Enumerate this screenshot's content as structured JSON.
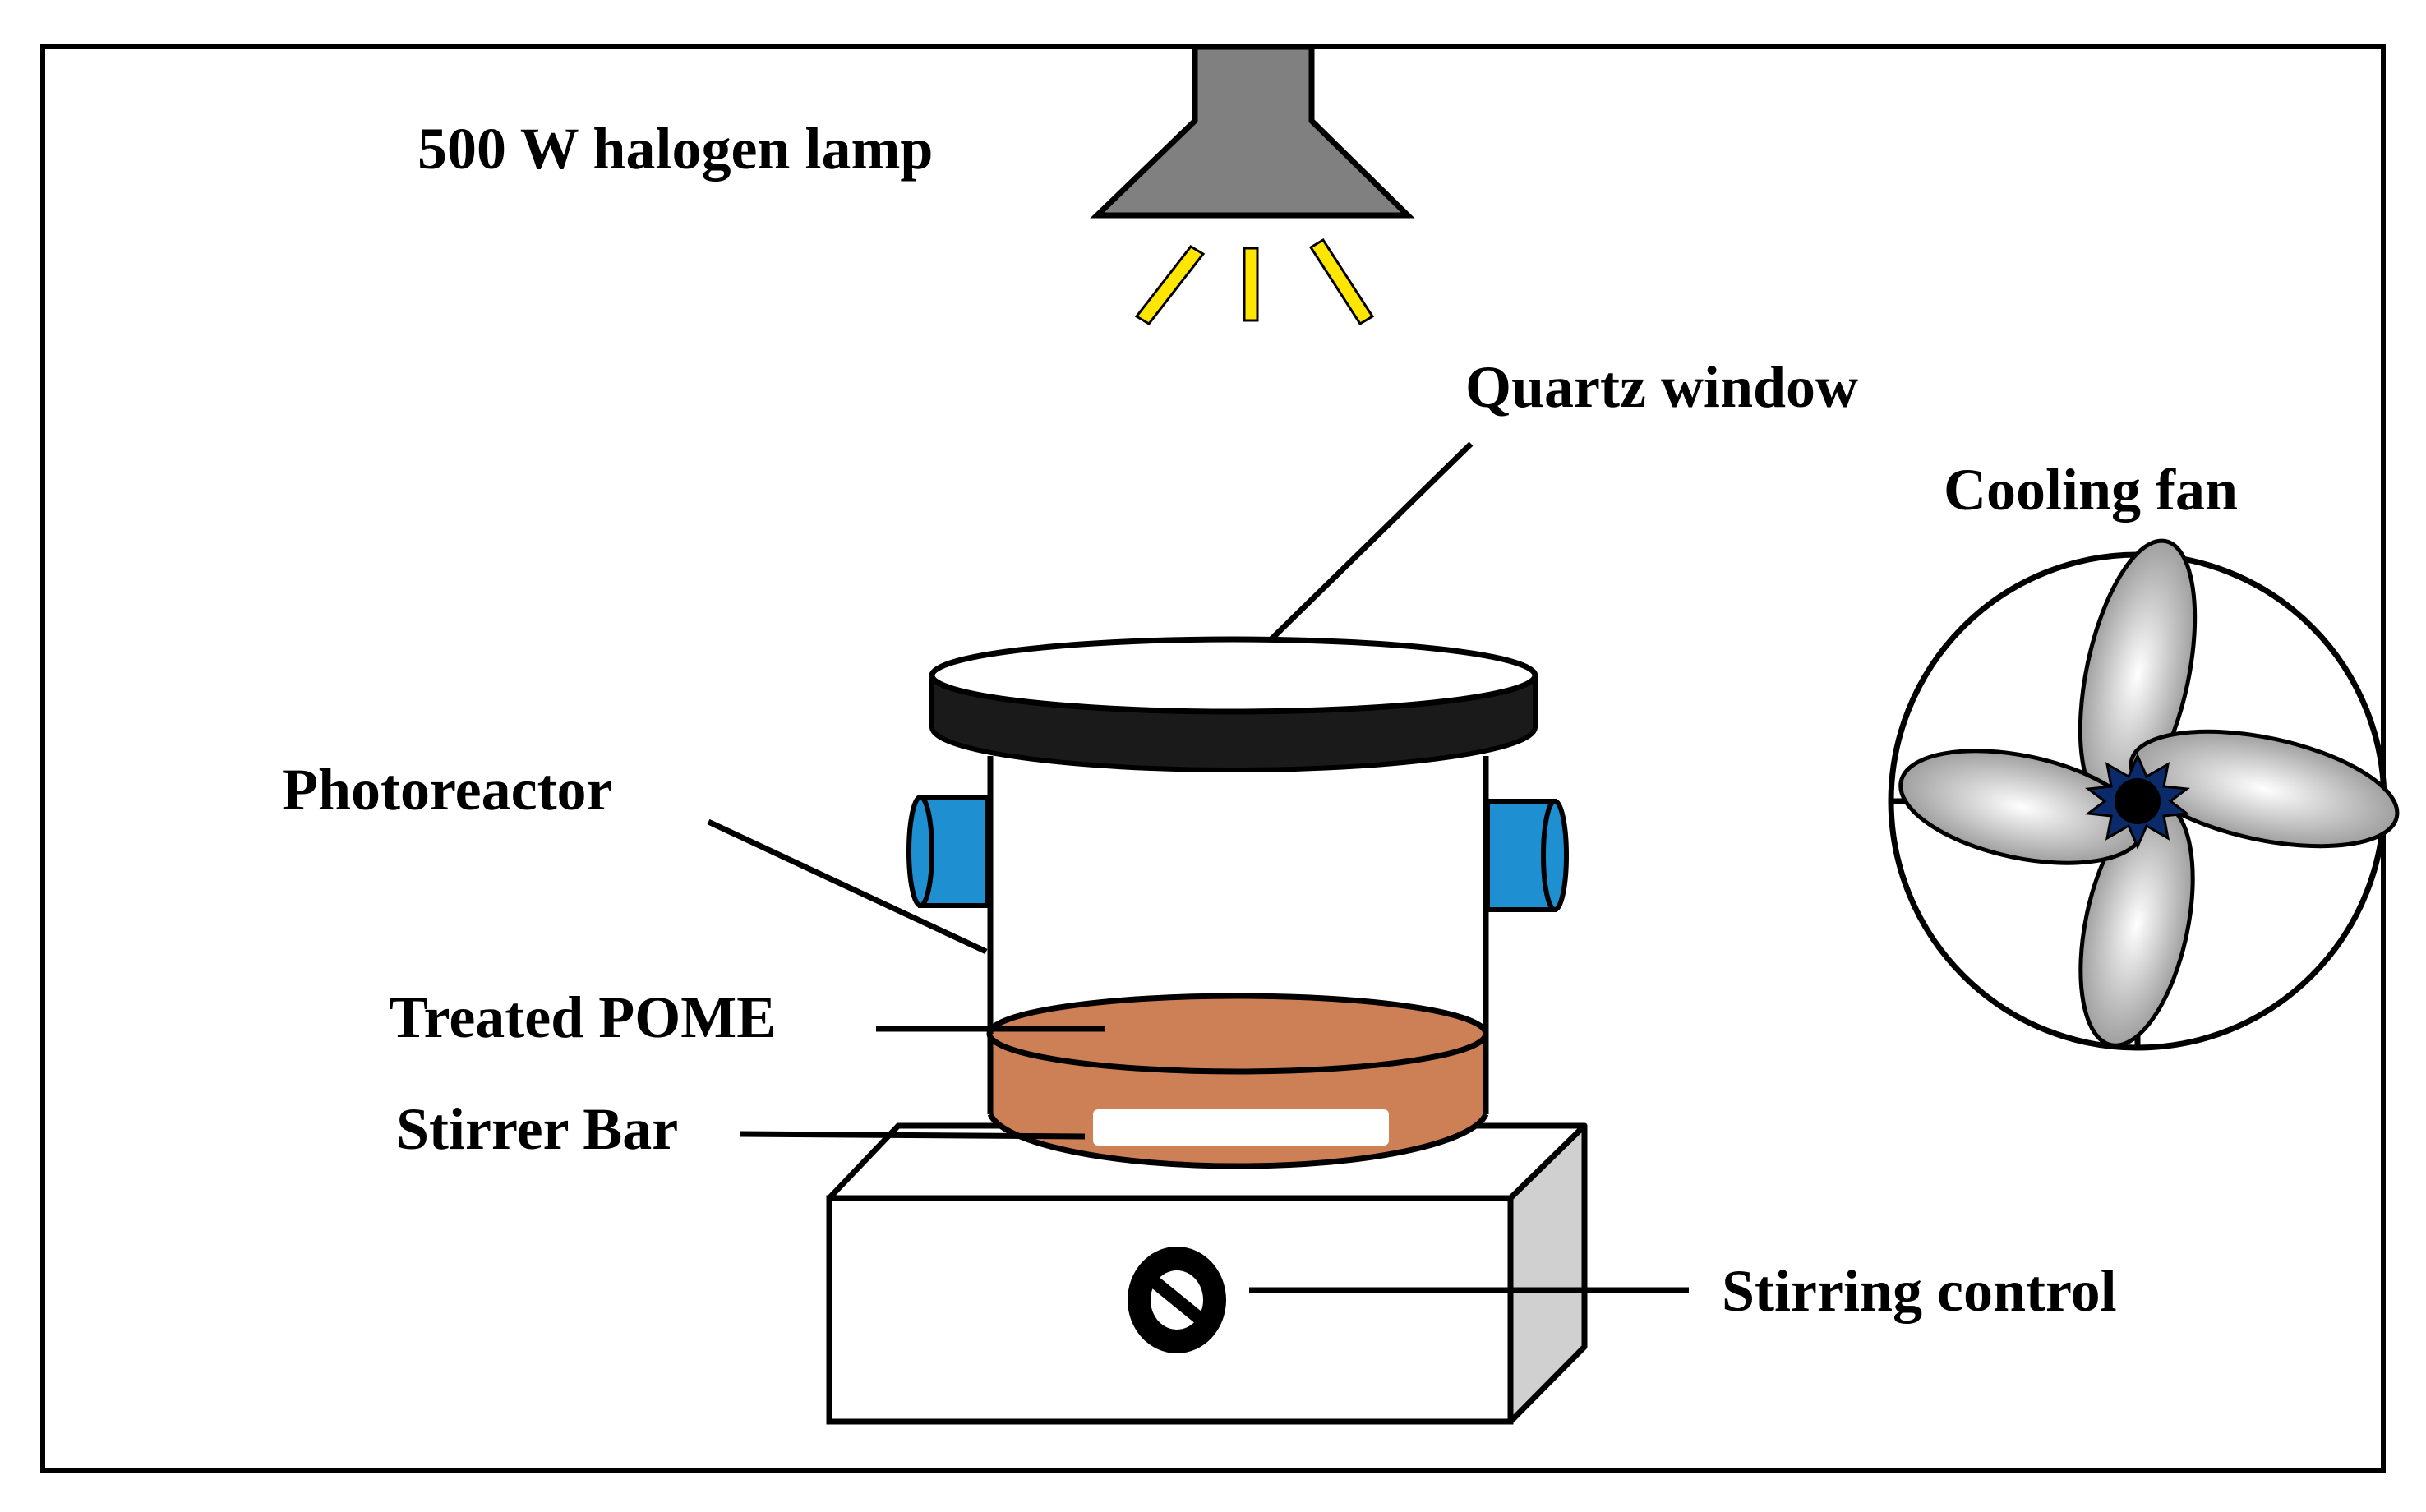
{
  "labels": {
    "lamp": "500 W halogen lamp",
    "quartz_window": "Quartz window",
    "cooling_fan": "Cooling fan",
    "photoreactor": "Photoreactor",
    "treated_pome": "Treated POME",
    "stirrer_bar": "Stirrer Bar",
    "stirring_control": "Stirring control"
  },
  "colors": {
    "lamp_body": "#808080",
    "light_rays": "#ffe600",
    "lid": "#1a1a1a",
    "ports": "#1e8fd0",
    "liquid": "#cd7f56",
    "fan_blade": "#bdbdbd",
    "fan_hub": "#0a2a6a",
    "stirrer_side": "#d0d0d0"
  },
  "icons": {
    "lamp": "lamp-icon",
    "fan": "fan-icon",
    "knob": "knob-icon"
  }
}
